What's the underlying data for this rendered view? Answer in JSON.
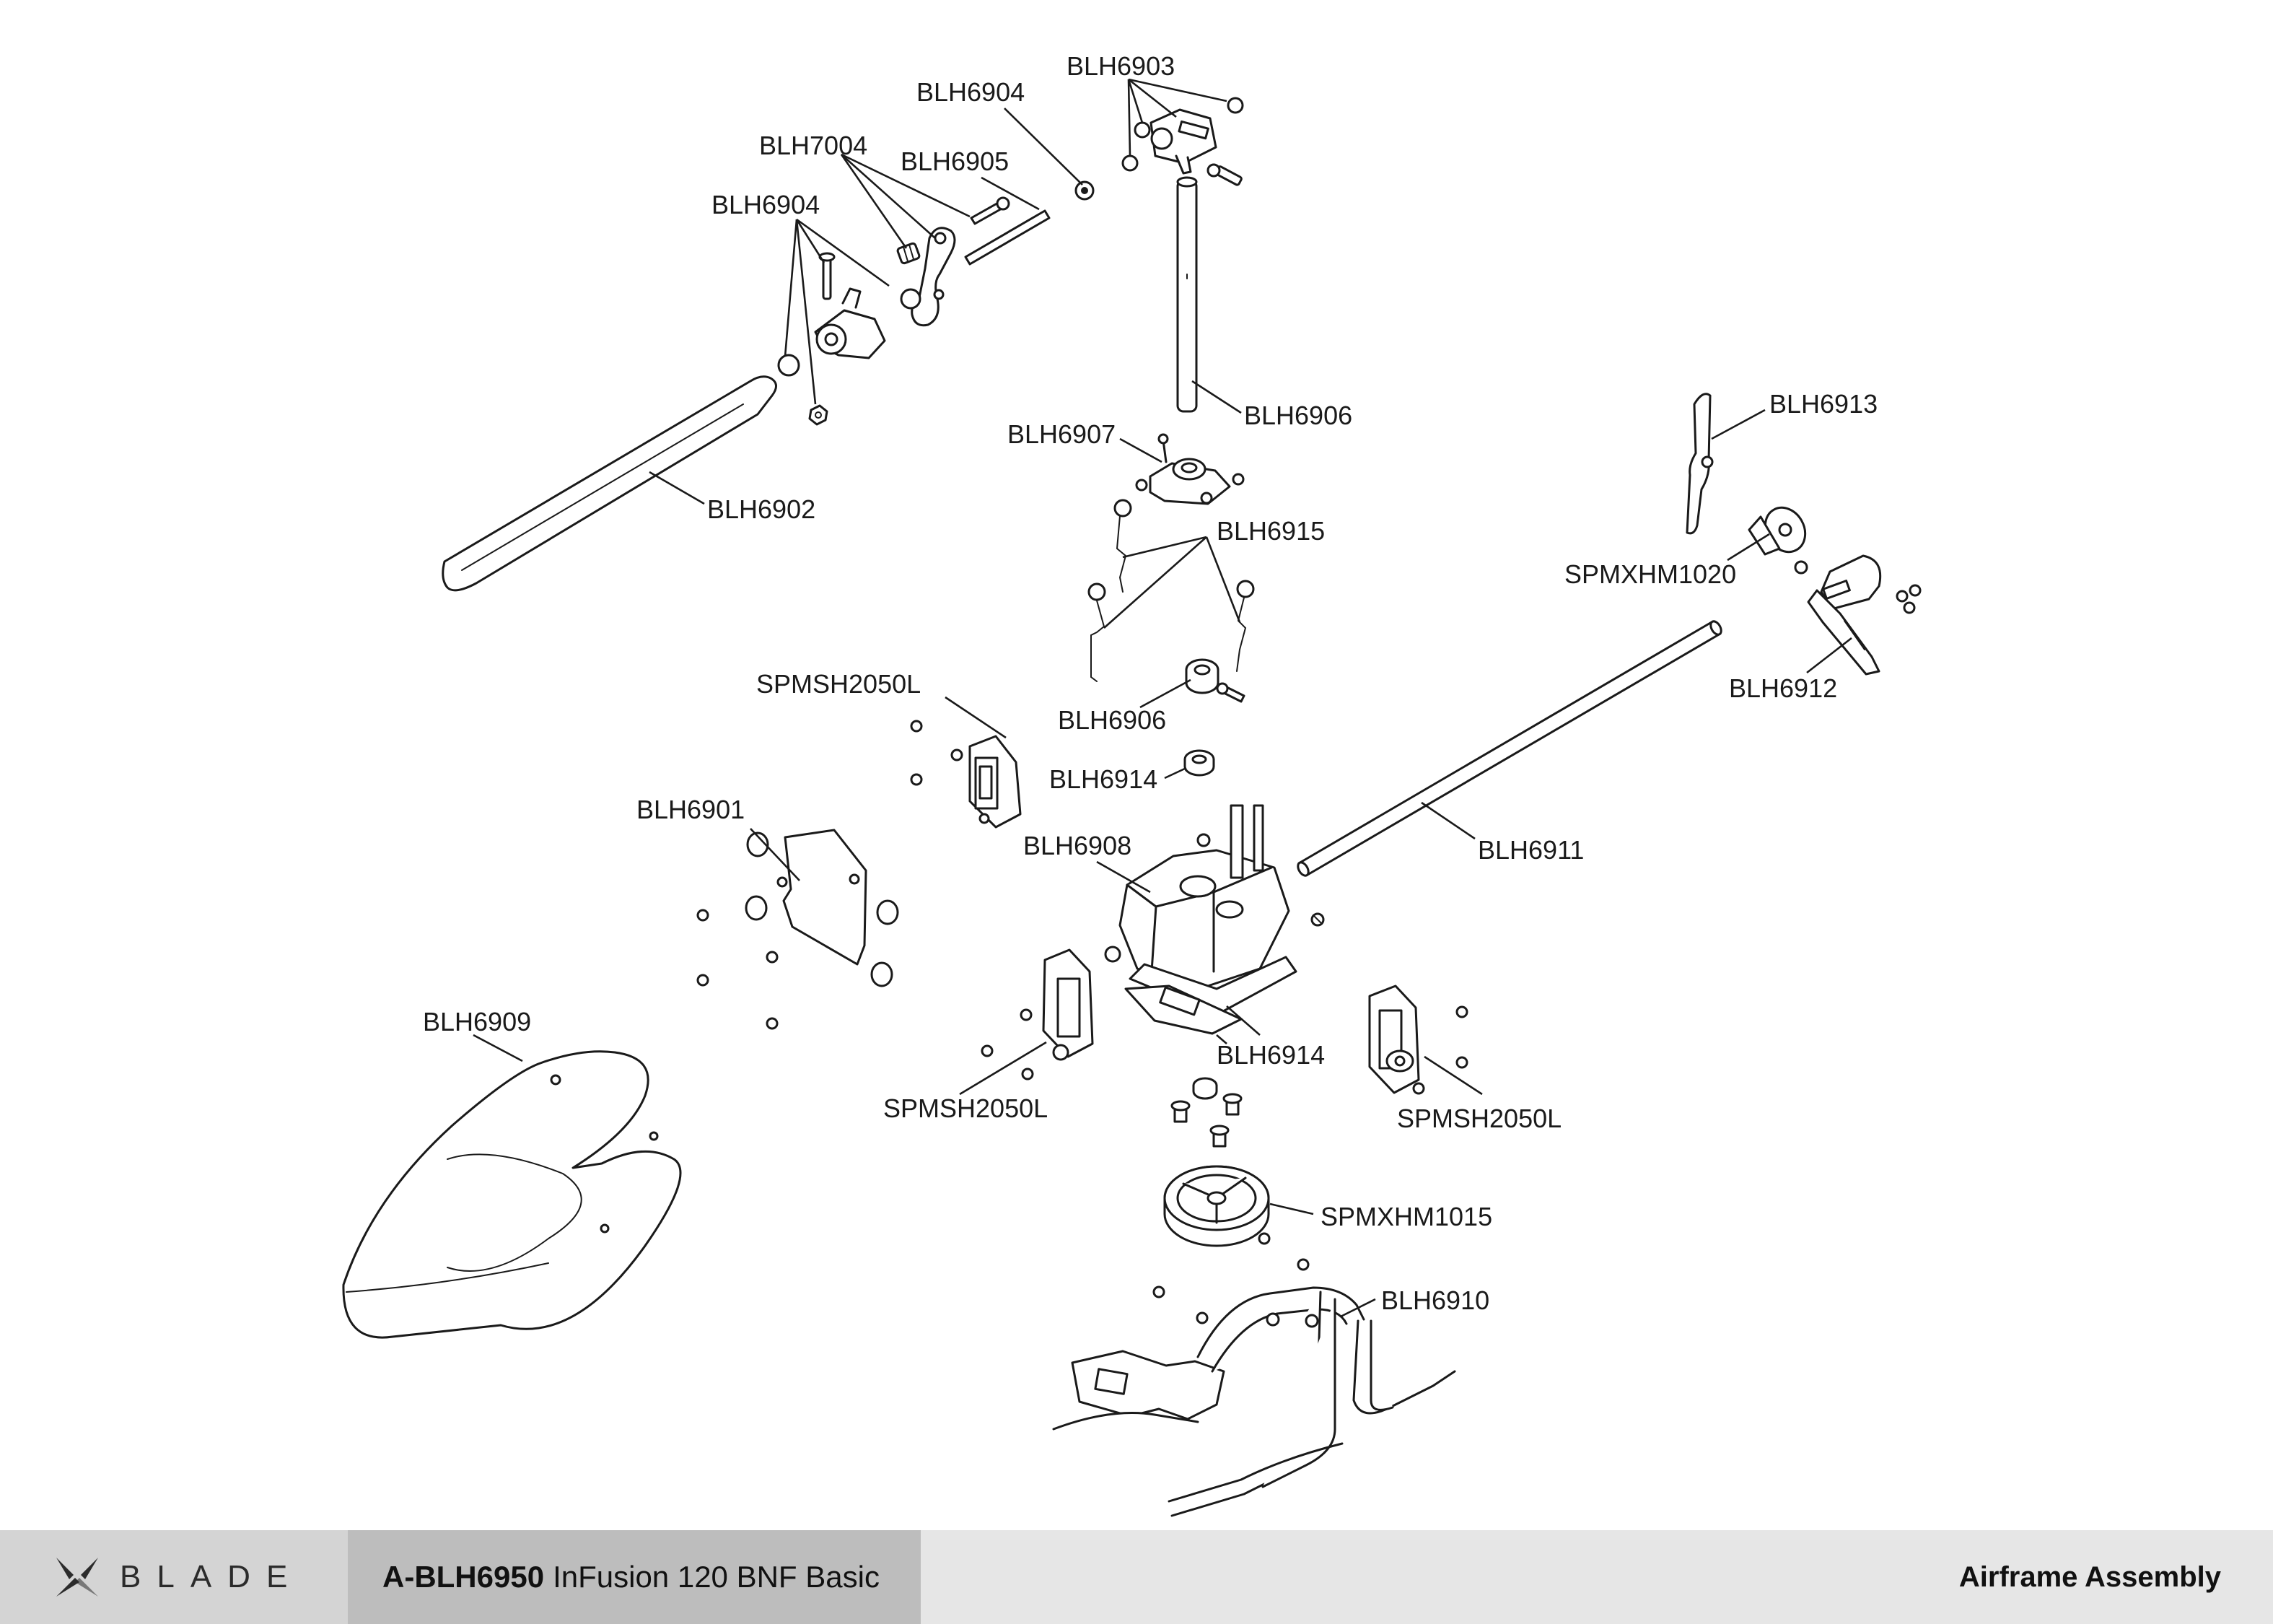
{
  "diagram": {
    "labels": {
      "blh6903": "BLH6903",
      "blh6904_top": "BLH6904",
      "blh7004": "BLH7004",
      "blh6905": "BLH6905",
      "blh6904_left": "BLH6904",
      "blh6906_shaft": "BLH6906",
      "blh6902": "BLH6902",
      "blh6907": "BLH6907",
      "blh6913": "BLH6913",
      "blh6915": "BLH6915",
      "spmxhm1020": "SPMXHM1020",
      "spmsh2050l_top": "SPMSH2050L",
      "blh6906_collar": "BLH6906",
      "blh6912": "BLH6912",
      "blh6914_top": "BLH6914",
      "blh6901": "BLH6901",
      "blh6908": "BLH6908",
      "blh6911": "BLH6911",
      "blh6909": "BLH6909",
      "blh6914_bottom": "BLH6914",
      "spmsh2050l_left": "SPMSH2050L",
      "spmsh2050l_right": "SPMSH2050L",
      "spmxhm1015": "SPMXHM1015",
      "blh6910": "BLH6910"
    }
  },
  "footer": {
    "brand": "BLADE",
    "brand_icon": "blade-logo-icon",
    "product_code": "A-BLH6950",
    "product_name": "InFusion 120 BNF Basic",
    "section_title": "Airframe Assembly"
  }
}
